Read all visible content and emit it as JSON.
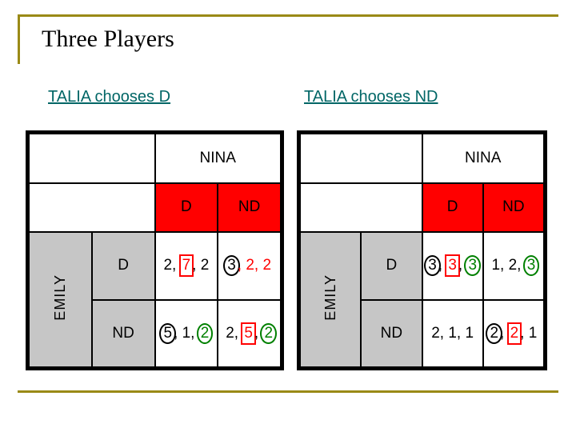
{
  "slide": {
    "title": "Three Players",
    "accent_color": "#9a8a16",
    "caption_color": "#006666",
    "header_fill": "#ff0000",
    "label_fill": "#c6c6c6"
  },
  "captions": {
    "left": "TALIA chooses D",
    "right": "TALIA chooses ND"
  },
  "matrices": [
    {
      "id": "talia-d",
      "column_player": "NINA",
      "row_player": "EMILY",
      "columns": [
        "D",
        "ND"
      ],
      "rows": [
        "D",
        "ND"
      ],
      "cells": [
        [
          {
            "text": "2, 7, 2",
            "parts": [
              {
                "v": "2,",
                "mark": "none",
                "color": "black"
              },
              {
                "v": "7",
                "mark": "box-red",
                "color": "red"
              },
              {
                "v": ", 2",
                "mark": "none",
                "color": "black"
              }
            ]
          },
          {
            "text": "3, 2, 2",
            "parts": [
              {
                "v": "3",
                "mark": "ellipse-black",
                "color": "black"
              },
              {
                "v": ", 2, 2",
                "mark": "none",
                "color": "red"
              }
            ]
          }
        ],
        [
          {
            "text": "5, 1, 2",
            "parts": [
              {
                "v": "5",
                "mark": "ellipse-black",
                "color": "black"
              },
              {
                "v": ", 1,",
                "mark": "none",
                "color": "black"
              },
              {
                "v": "2",
                "mark": "ellipse-green",
                "color": "green"
              }
            ]
          },
          {
            "text": "2, 5, 2",
            "parts": [
              {
                "v": "2,",
                "mark": "none",
                "color": "black"
              },
              {
                "v": "5",
                "mark": "box-red",
                "color": "red"
              },
              {
                "v": ",",
                "mark": "none",
                "color": "black"
              },
              {
                "v": "2",
                "mark": "ellipse-green",
                "color": "green"
              }
            ]
          }
        ]
      ]
    },
    {
      "id": "talia-nd",
      "column_player": "NINA",
      "row_player": "EMILY",
      "columns": [
        "D",
        "ND"
      ],
      "rows": [
        "D",
        "ND"
      ],
      "cells": [
        [
          {
            "text": "3, 3, 3",
            "parts": [
              {
                "v": "3",
                "mark": "ellipse-black",
                "color": "black"
              },
              {
                "v": ",",
                "mark": "none",
                "color": "black"
              },
              {
                "v": "3",
                "mark": "box-red",
                "color": "red"
              },
              {
                "v": ",",
                "mark": "none",
                "color": "black"
              },
              {
                "v": "3",
                "mark": "ellipse-green",
                "color": "green"
              }
            ]
          },
          {
            "text": "1, 2, 3",
            "parts": [
              {
                "v": "1, 2,",
                "mark": "none",
                "color": "black"
              },
              {
                "v": "3",
                "mark": "ellipse-green",
                "color": "green"
              }
            ]
          }
        ],
        [
          {
            "text": "2, 1, 1",
            "parts": [
              {
                "v": "2, 1, 1",
                "mark": "none",
                "color": "black"
              }
            ]
          },
          {
            "text": "2, 2, 1",
            "parts": [
              {
                "v": "2",
                "mark": "ellipse-black",
                "color": "black"
              },
              {
                "v": ",",
                "mark": "none",
                "color": "black"
              },
              {
                "v": "2",
                "mark": "box-red",
                "color": "red"
              },
              {
                "v": ", 1",
                "mark": "none",
                "color": "black"
              }
            ]
          }
        ]
      ]
    }
  ]
}
